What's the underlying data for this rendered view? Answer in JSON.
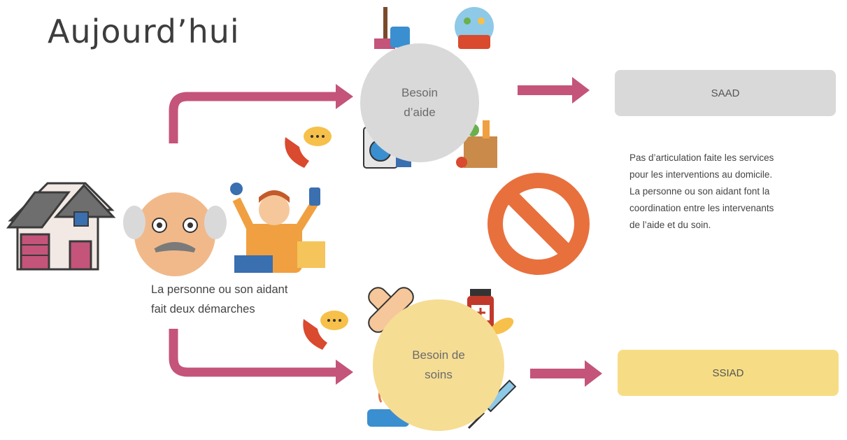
{
  "title": "Aujourd’hui",
  "circles": {
    "aide": "Besoin\nd’aide",
    "soins": "Besoin de\nsoins"
  },
  "boxes": {
    "saad": "SAAD",
    "ssiad": "SSIAD"
  },
  "note": "Pas d’articulation faite les services\npour les interventions au domicile.\nLa personne ou son aidant font la\ncoordination entre les intervenants\nde l’aide et du soin.",
  "person_text": "La personne ou son aidant\nfait deux démarches",
  "colors": {
    "arrow": "#c4547a",
    "aide_circle": "#d9d9d9",
    "soins_circle": "#f6dd94",
    "saad_box": "#d9d9d9",
    "ssiad_box": "#f6dd85",
    "forbidden": "#e8703d"
  },
  "icons": [
    "house-icon",
    "elderly-man-icon",
    "busy-caregiver-icon",
    "phone-icon",
    "cleaning-icon",
    "dishes-icon",
    "washing-machine-icon",
    "groceries-icon",
    "forbidden-icon",
    "bandage-icon",
    "medicine-icon",
    "bathtub-icon",
    "syringe-icon"
  ]
}
